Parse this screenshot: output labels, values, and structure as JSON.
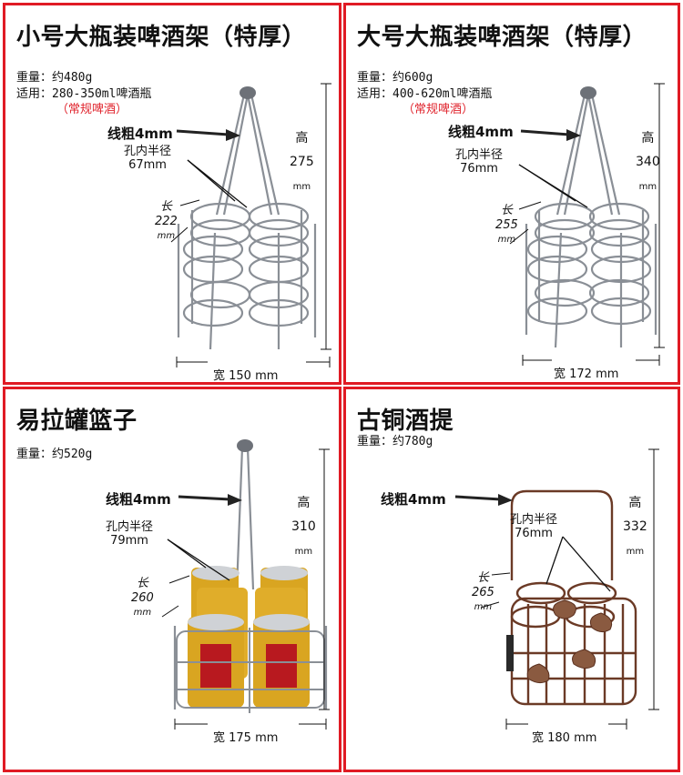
{
  "panels": [
    {
      "title": "小号大瓶装啤酒架（特厚）",
      "weight": "重量：约480g",
      "usage": "适用：280-350ml啤酒瓶",
      "note": "（常规啤酒）",
      "wire": "线粗4mm",
      "hole_label": "孔内半径",
      "hole_value": "67mm",
      "length_label": "长",
      "length_value": "222",
      "length_unit": "mm",
      "height_label": "高",
      "height_value": "275",
      "height_unit": "mm",
      "width": "宽  150 mm"
    },
    {
      "title": "大号大瓶装啤酒架（特厚）",
      "weight": "重量：约600g",
      "usage": "适用：400-620ml啤酒瓶",
      "note": "（常规啤酒）",
      "wire": "线粗4mm",
      "hole_label": "孔内半径",
      "hole_value": "76mm",
      "length_label": "长",
      "length_value": "255",
      "length_unit": "mm",
      "height_label": "高",
      "height_value": "340",
      "height_unit": "mm",
      "width": "宽  172 mm"
    },
    {
      "title": "易拉罐篮子",
      "weight": "重量：约520g",
      "wire": "线粗4mm",
      "hole_label": "孔内半径",
      "hole_value": "79mm",
      "length_label": "长",
      "length_value": "260",
      "length_unit": "mm",
      "height_label": "高",
      "height_value": "310",
      "height_unit": "mm",
      "width": "宽  175 mm"
    },
    {
      "title": "古铜酒提",
      "weight": "重量：约780g",
      "wire": "线粗4mm",
      "hole_label": "孔内半径",
      "hole_value": "76mm",
      "length_label": "长",
      "length_value": "265",
      "length_unit": "mm",
      "height_label": "高",
      "height_value": "332",
      "height_unit": "mm",
      "width": "宽  180 mm"
    }
  ],
  "colors": {
    "border": "#e01b24",
    "note_text": "#e0242d",
    "chrome_wire": "#8a8f96",
    "bronze_wire": "#6b3a26",
    "can_gold": "#d9a521"
  }
}
